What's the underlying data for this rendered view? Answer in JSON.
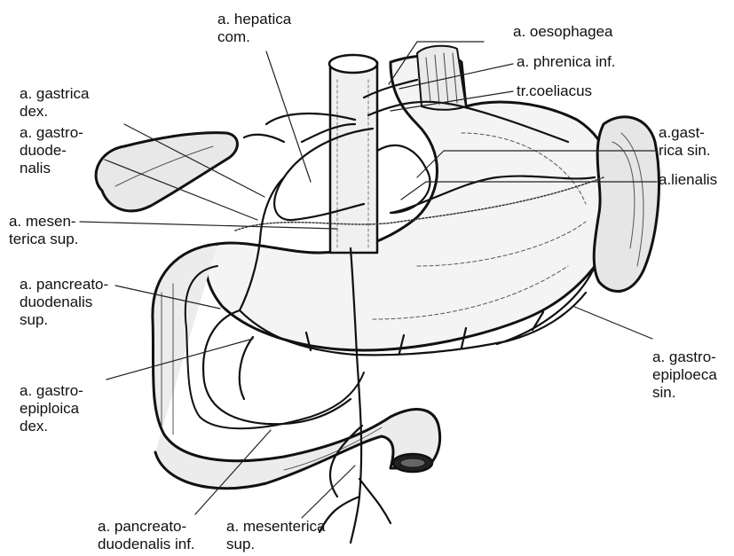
{
  "labels": {
    "hepatica_com": "a. hepatica\ncom.",
    "oesophagea": "a. oesophagea",
    "phrenica_inf": "a. phrenica inf.",
    "coeliacus": "tr.coeliacus",
    "gastrica_dex": "a. gastrica\ndex.",
    "gastroduodenalis": "a. gastro-\nduode-\nnalis",
    "gastrica_sin": "a.gast-\nrica sin.",
    "lienalis": "a.lienalis",
    "mesenterica_sup_left": "a. mesen-\nterica sup.",
    "pancreatoduodenalis_sup": "a. pancreato-\nduodenalis\nsup.",
    "gastroepiploica_dex": "a. gastro-\nepiploica\ndex.",
    "gastroepiploeca_sin": "a. gastro-\nepiploeca\nsin.",
    "pancreatoduodenalis_inf": "a. pancreato-\nduodenalis inf.",
    "mesenterica_sup_bottom": "a. mesenterica\nsup."
  }
}
